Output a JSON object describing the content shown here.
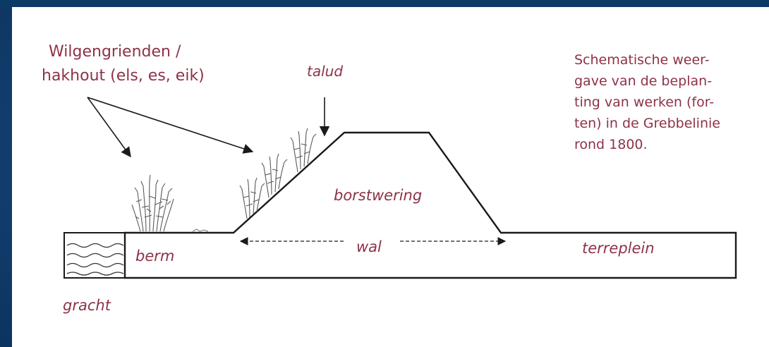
{
  "diagram": {
    "plant_label": {
      "line1": "Wilgengrienden /",
      "line2": "hakhout (els, es, eik)"
    },
    "talud": "talud",
    "borstwering": "borstwering",
    "wal": "wal",
    "berm": "berm",
    "terreplein": "terreplein",
    "gracht": "gracht",
    "caption": [
      "Schematische weer-",
      "gave van de beplan-",
      "ting van werken (for-",
      "ten) in de Grebbelinie",
      "rond 1800."
    ]
  },
  "colors": {
    "label": "#8e3248",
    "frame_dark": "#0b3a66",
    "frame_mid": "#1a4a7c",
    "line": "#1a1a1a"
  }
}
